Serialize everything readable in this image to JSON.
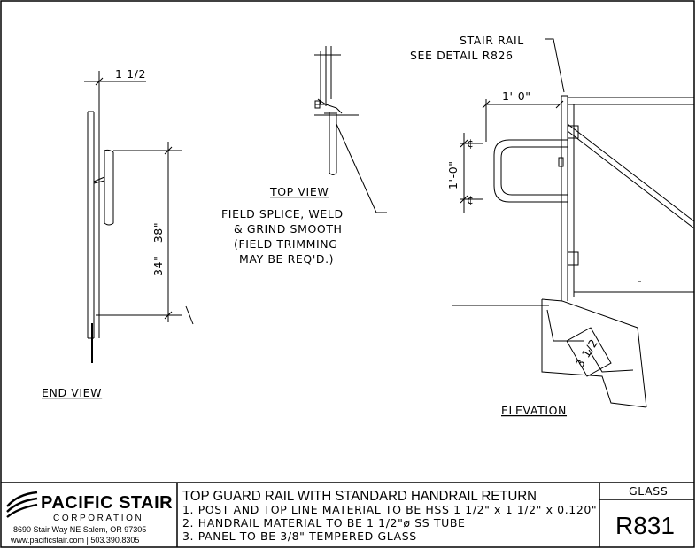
{
  "labels": {
    "dim_top": "1 1/2",
    "dim_height": "34\" - 38\"",
    "end_view": "END VIEW",
    "top_view": "TOP VIEW",
    "splice_1": "FIELD SPLICE, WELD",
    "splice_2": "& GRIND SMOOTH",
    "splice_3": "(FIELD TRIMMING",
    "splice_4": "MAY BE REQ'D.)",
    "stair_rail_1": "STAIR RAIL",
    "stair_rail_2": "SEE DETAIL R826",
    "dim_width": "1'-0\"",
    "dim_vert": "1'-0\"",
    "cl_top": "¢",
    "cl_bottom": "¢",
    "dim_step": "3 1/2",
    "elevation": "ELEVATION"
  },
  "title_block": {
    "company_name": "PACIFIC STAIR",
    "company_sub": "CORPORATION",
    "address": "8690 Stair Way NE Salem, OR 97305",
    "contact": "www.pacificstair.com  |  503.390.8305",
    "title": "TOP GUARD RAIL WITH STANDARD HANDRAIL RETURN",
    "notes": [
      "1. POST AND TOP LINE MATERIAL TO BE HSS 1 1/2\" x 1 1/2\" x 0.120\"",
      "2. HANDRAIL MATERIAL TO BE 1 1/2\"ø SS TUBE",
      "3. PANEL TO BE 3/8\" TEMPERED GLASS"
    ],
    "category": "GLASS",
    "drawing_number": "R831"
  }
}
